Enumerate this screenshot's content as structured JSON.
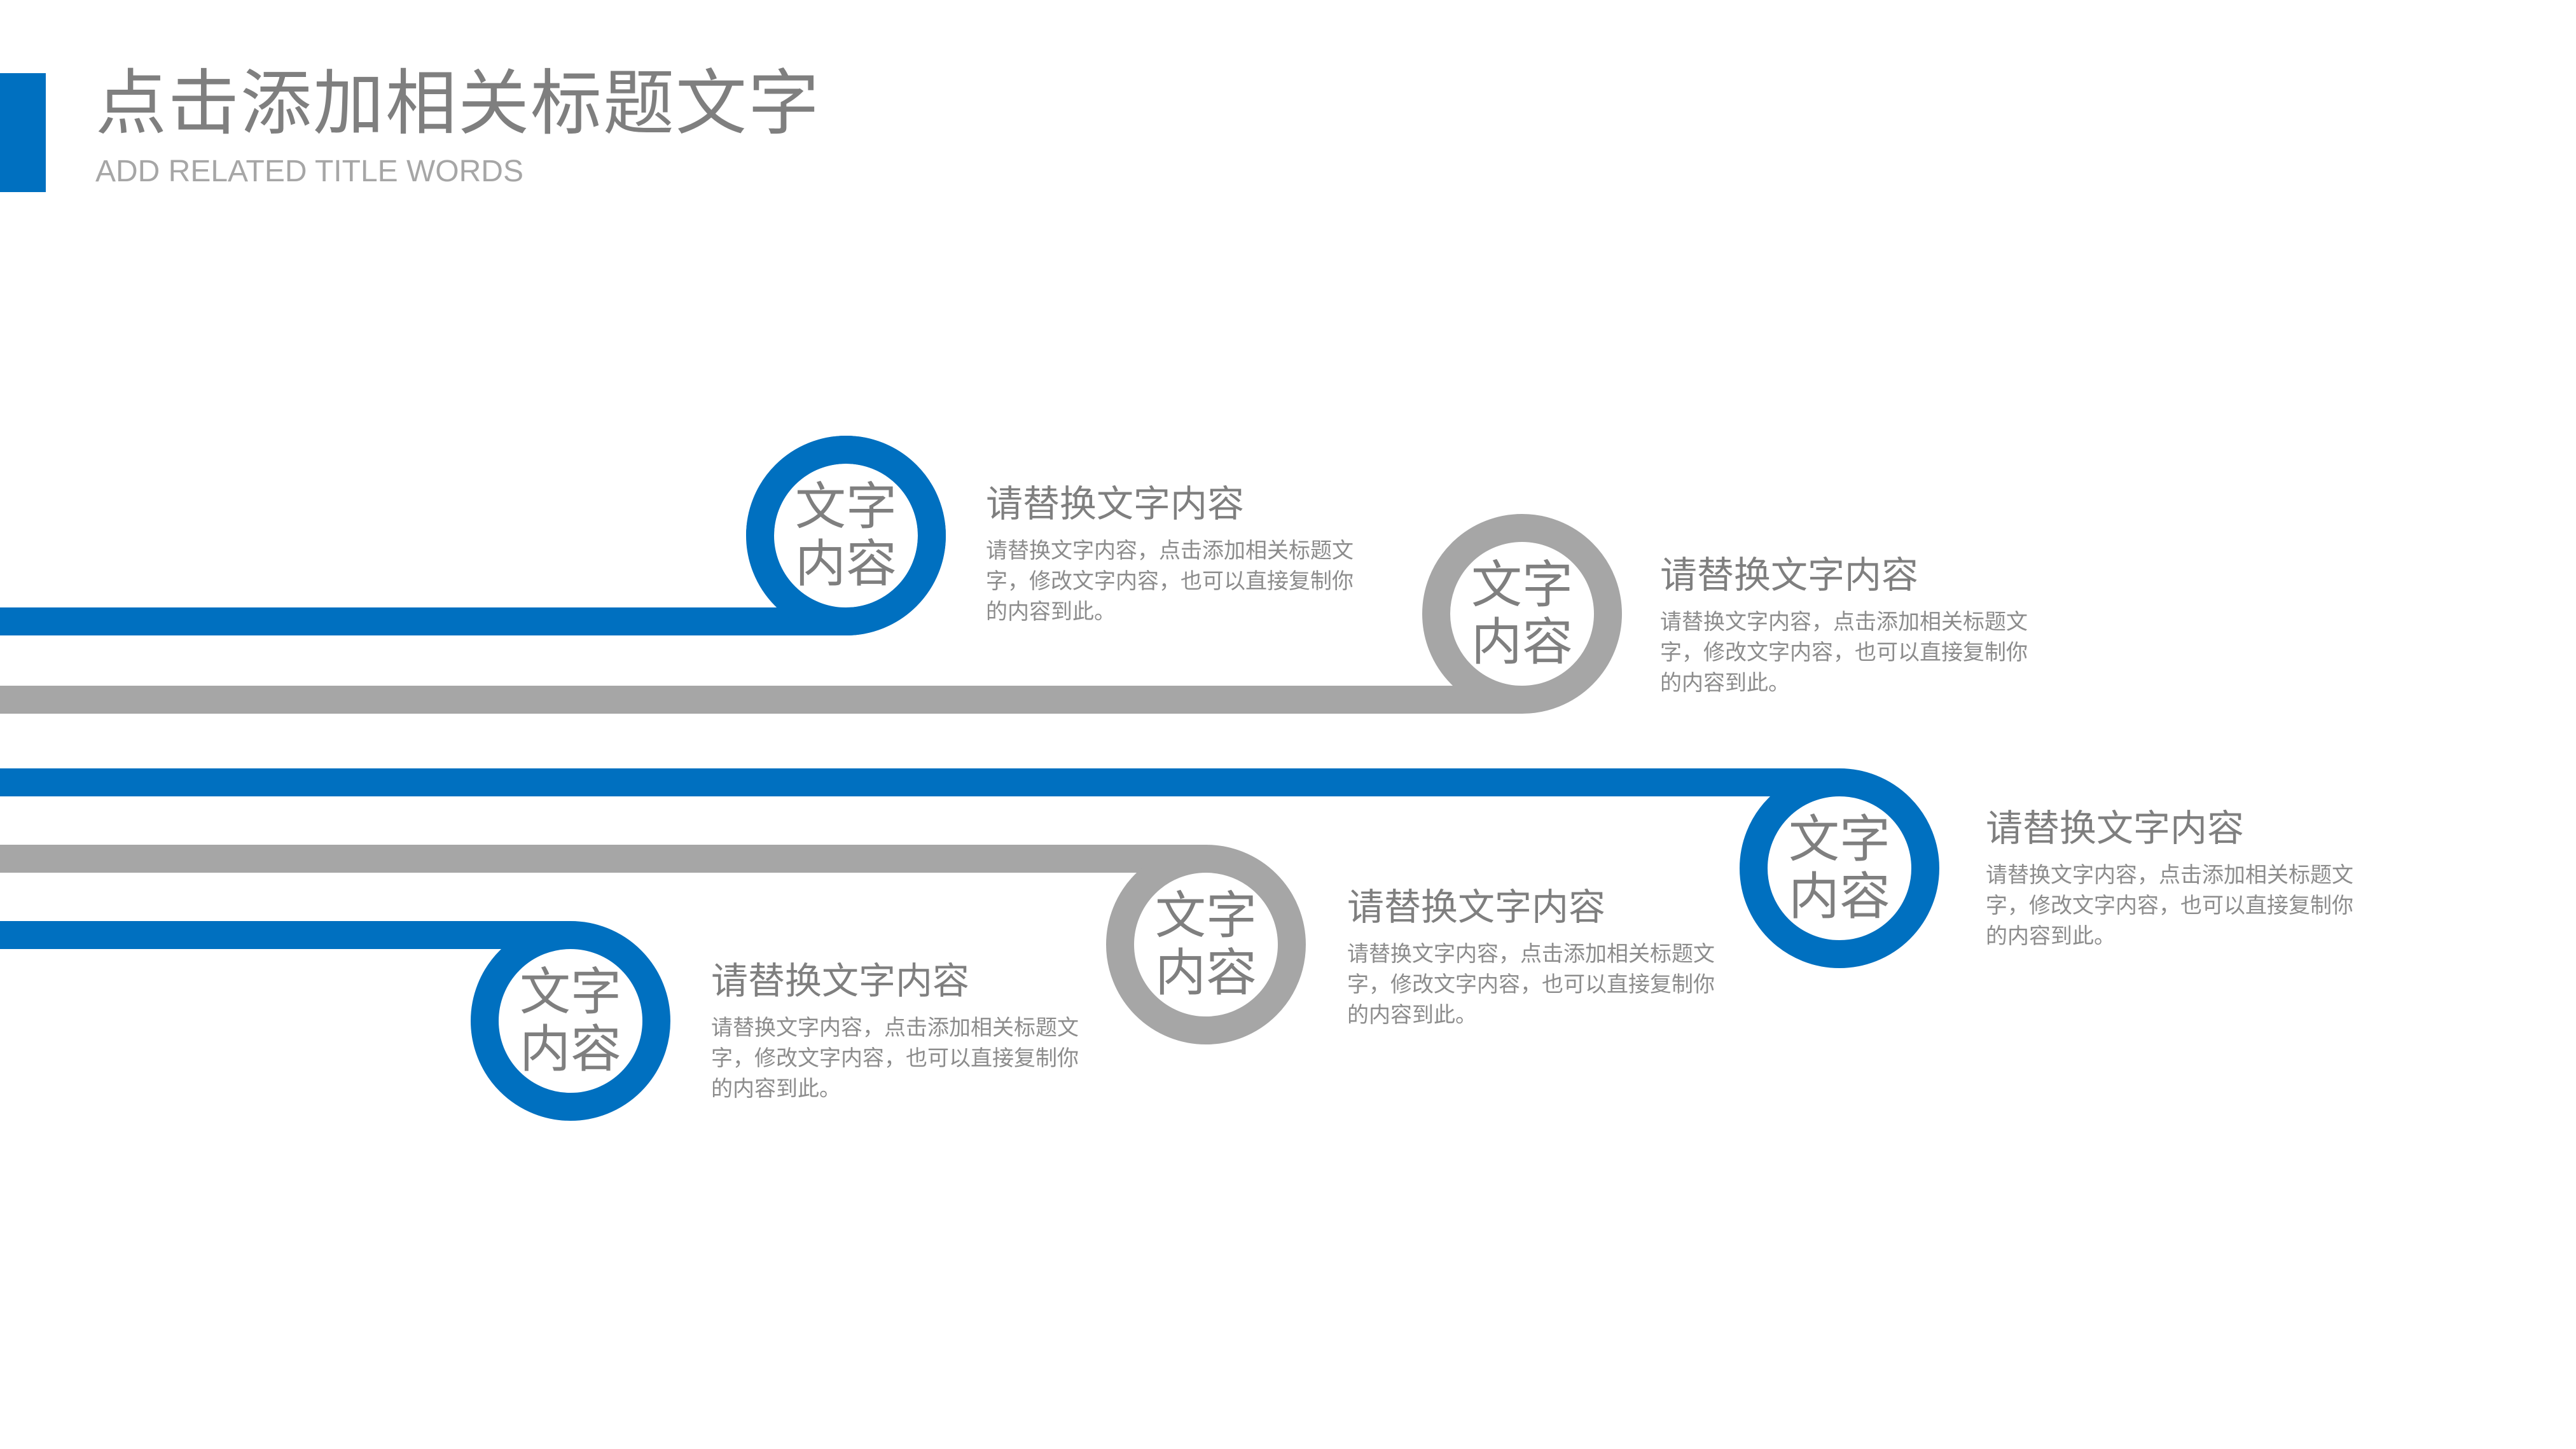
{
  "header": {
    "title": "点击添加相关标题文字",
    "subtitle": "ADD RELATED TITLE WORDS"
  },
  "colors": {
    "accent_blue": "#0070c0",
    "line_gray": "#a6a6a6",
    "text_gray": "#7f7f7f"
  },
  "nodes": [
    {
      "circle_line1": "文字",
      "circle_line2": "内容",
      "heading": "请替换文字内容",
      "body": "请替换文字内容，点击添加相关标题文字，修改文字内容，也可以直接复制你的内容到此。",
      "color": "blue"
    },
    {
      "circle_line1": "文字",
      "circle_line2": "内容",
      "heading": "请替换文字内容",
      "body": "请替换文字内容，点击添加相关标题文字，修改文字内容，也可以直接复制你的内容到此。",
      "color": "gray"
    },
    {
      "circle_line1": "文字",
      "circle_line2": "内容",
      "heading": "请替换文字内容",
      "body": "请替换文字内容，点击添加相关标题文字，修改文字内容，也可以直接复制你的内容到此。",
      "color": "blue"
    },
    {
      "circle_line1": "文字",
      "circle_line2": "内容",
      "heading": "请替换文字内容",
      "body": "请替换文字内容，点击添加相关标题文字，修改文字内容，也可以直接复制你的内容到此。",
      "color": "gray"
    },
    {
      "circle_line1": "文字",
      "circle_line2": "内容",
      "heading": "请替换文字内容",
      "body": "请替换文字内容，点击添加相关标题文字，修改文字内容，也可以直接复制你的内容到此。",
      "color": "blue"
    }
  ]
}
